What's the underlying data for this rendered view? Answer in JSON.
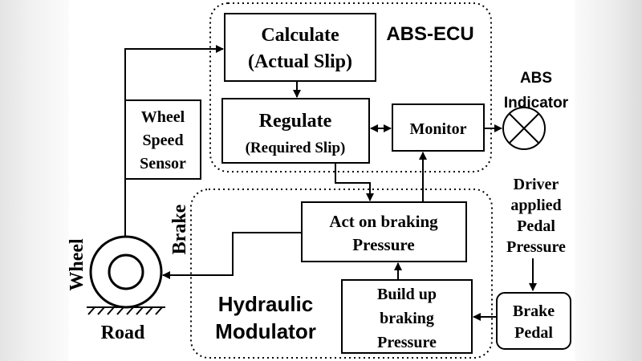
{
  "diagram": {
    "ecu_label": "ABS-ECU",
    "modulator_label": [
      "Hydraulic",
      "Modulator"
    ],
    "calculate": [
      "Calculate",
      "(Actual Slip)"
    ],
    "regulate": [
      "Regulate",
      "(Required Slip)"
    ],
    "monitor": "Monitor",
    "abs_indicator": [
      "ABS",
      "Indicator"
    ],
    "wheel_speed_sensor": [
      "Wheel",
      "Speed",
      "Sensor"
    ],
    "act_on_braking": [
      "Act on braking",
      "Pressure"
    ],
    "build_up": [
      "Build up",
      "braking",
      "Pressure"
    ],
    "driver_pressure": [
      "Driver",
      "applied",
      "Pedal",
      "Pressure"
    ],
    "brake_pedal": [
      "Brake",
      "Pedal"
    ],
    "brake_label": "Brake",
    "wheel_label": "Wheel",
    "road_label": "Road"
  }
}
